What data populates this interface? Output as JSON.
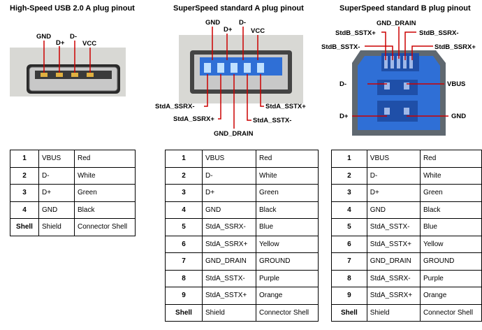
{
  "sections": [
    {
      "title": "High-Speed USB 2.0 A plug pinout",
      "labels": [
        "GND",
        "D+",
        "D-",
        "VCC"
      ],
      "rows": [
        [
          "1",
          "VBUS",
          "Red"
        ],
        [
          "2",
          "D-",
          "White"
        ],
        [
          "3",
          "D+",
          "Green"
        ],
        [
          "4",
          "GND",
          "Black"
        ],
        [
          "Shell",
          "Shield",
          "Connector Shell"
        ]
      ]
    },
    {
      "title": "SuperSpeed standard A plug pinout",
      "labels": [
        "GND",
        "D+",
        "D-",
        "VCC",
        "StdA_SSRX-",
        "StdA_SSRX+",
        "GND_DRAIN",
        "StdA_SSTX+",
        "StdA_SSTX-"
      ],
      "rows": [
        [
          "1",
          "VBUS",
          "Red"
        ],
        [
          "2",
          "D-",
          "White"
        ],
        [
          "3",
          "D+",
          "Green"
        ],
        [
          "4",
          "GND",
          "Black"
        ],
        [
          "5",
          "StdA_SSRX-",
          "Blue"
        ],
        [
          "6",
          "StdA_SSRX+",
          "Yellow"
        ],
        [
          "7",
          "GND_DRAIN",
          "GROUND"
        ],
        [
          "8",
          "StdA_SSTX-",
          "Purple"
        ],
        [
          "9",
          "StdA_SSTX+",
          "Orange"
        ],
        [
          "Shell",
          "Shield",
          "Connector Shell"
        ]
      ]
    },
    {
      "title": "SuperSpeed standard B plug pinout",
      "labels": [
        "GND_DRAIN",
        "StdB_SSTX+",
        "StdB_SSRX-",
        "StdB_SSTX-",
        "StdB_SSRX+",
        "D-",
        "VBUS",
        "D+",
        "GND"
      ],
      "rows": [
        [
          "1",
          "VBUS",
          "Red"
        ],
        [
          "2",
          "D-",
          "White"
        ],
        [
          "3",
          "D+",
          "Green"
        ],
        [
          "4",
          "GND",
          "Black"
        ],
        [
          "5",
          "StdA_SSTX-",
          "Blue"
        ],
        [
          "6",
          "StdA_SSTX+",
          "Yellow"
        ],
        [
          "7",
          "GND_DRAIN",
          "GROUND"
        ],
        [
          "8",
          "StdA_SSRX-",
          "Purple"
        ],
        [
          "9",
          "StdA_SSRX+",
          "Orange"
        ],
        [
          "Shell",
          "Shield",
          "Connector Shell"
        ]
      ]
    }
  ],
  "colors": {
    "leader_line": "#cc0000",
    "pin_blue": "#2f6fd6",
    "contact_gold": "#e0b040"
  }
}
